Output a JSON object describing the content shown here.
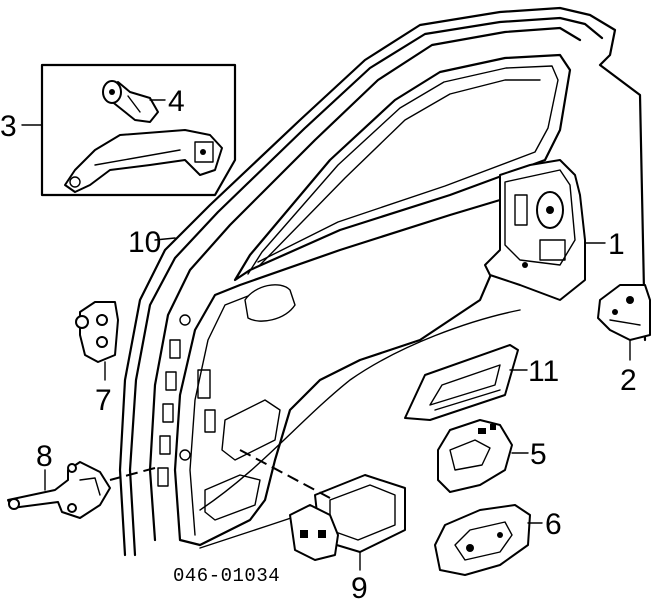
{
  "diagram": {
    "part_number": "046-01034",
    "callouts": {
      "c1": "1",
      "c2": "2",
      "c3": "3",
      "c4": "4",
      "c5": "5",
      "c6": "6",
      "c7": "7",
      "c8": "8",
      "c9": "9",
      "c10": "10",
      "c11": "11"
    }
  }
}
